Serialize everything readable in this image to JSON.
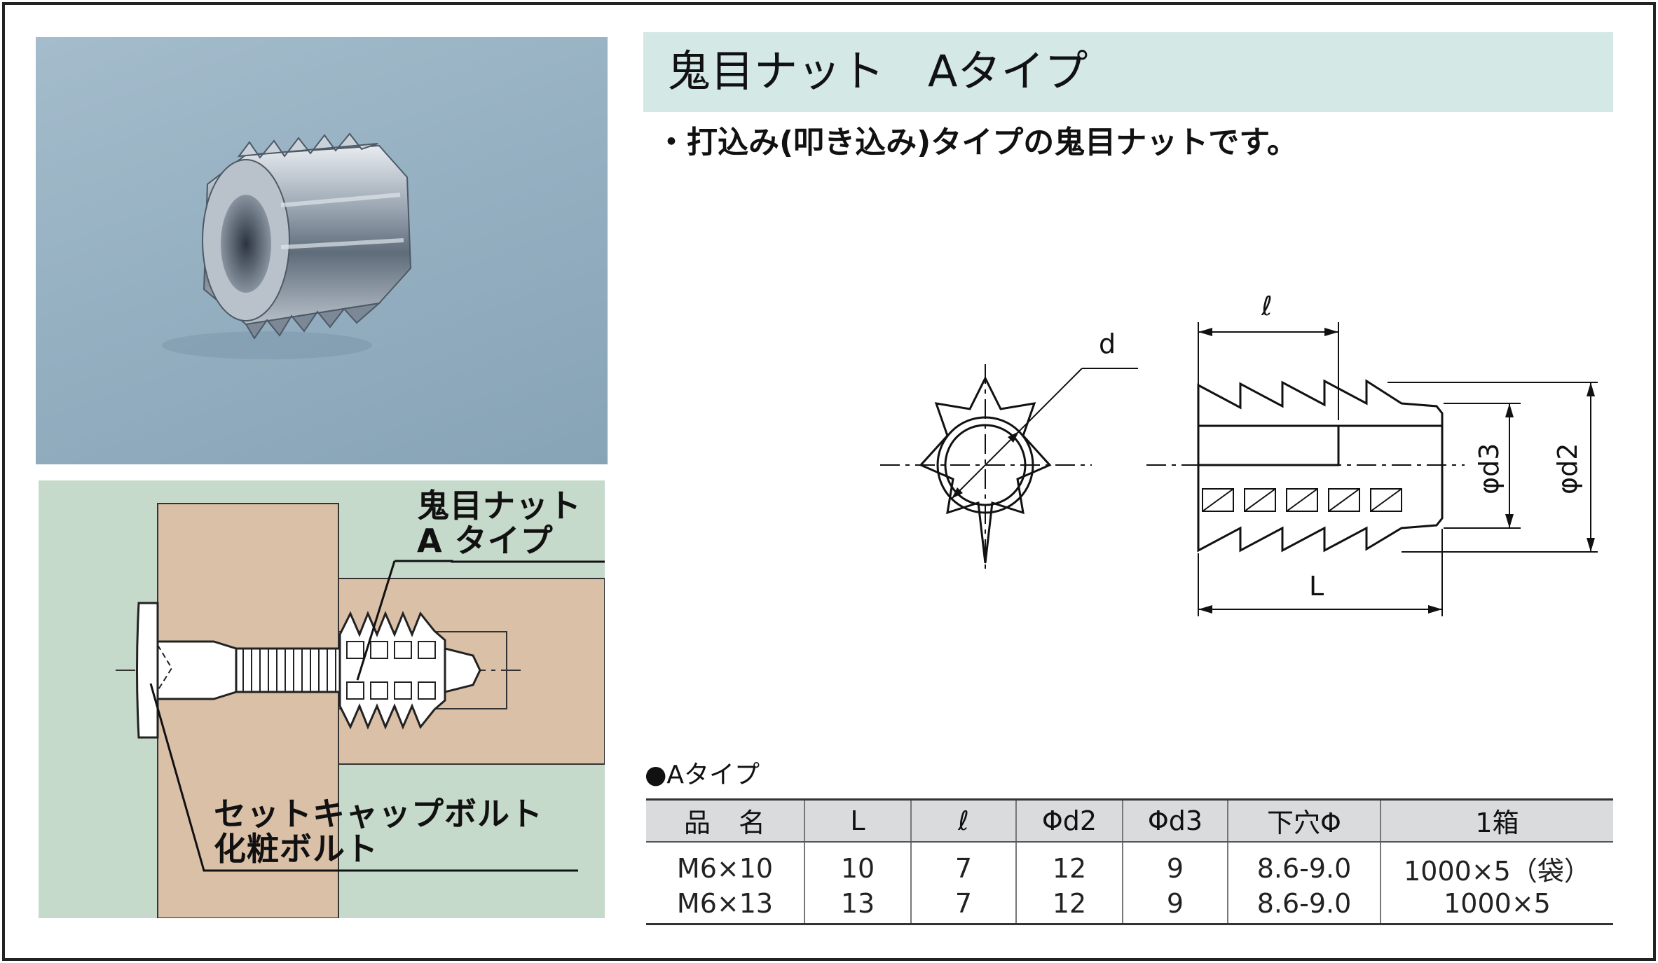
{
  "title": "鬼目ナット　Aタイプ",
  "description": "・打込み(叩き込み)タイプの鬼目ナットです。",
  "assembly_labels": {
    "nut_line1": "鬼目ナット",
    "nut_line2": "A タイプ",
    "bolt_line1": "セットキャップボルト",
    "bolt_line2": "化粧ボルト"
  },
  "drawing_labels": {
    "d": "d",
    "l_small": "ℓ",
    "L": "L",
    "phi_d3": "φd3",
    "phi_d2": "φd2"
  },
  "table": {
    "caption": "●Aタイプ",
    "headers": [
      "品　名",
      "L",
      "ℓ",
      "Φd2",
      "Φd3",
      "下穴Φ",
      "1箱"
    ],
    "rows": [
      [
        "M6×10",
        "10",
        "7",
        "12",
        "9",
        "8.6-9.0",
        "1000×5（袋）"
      ],
      [
        "M6×13",
        "13",
        "7",
        "12",
        "9",
        "8.6-9.0",
        "1000×5"
      ]
    ]
  },
  "colors": {
    "title_bg": "#d4e8e6",
    "photo_bg": "#9bb4c5",
    "assembly_bg": "#c6dacb",
    "wood": "#dbc0a8",
    "table_header_bg": "#d9dbdc"
  }
}
